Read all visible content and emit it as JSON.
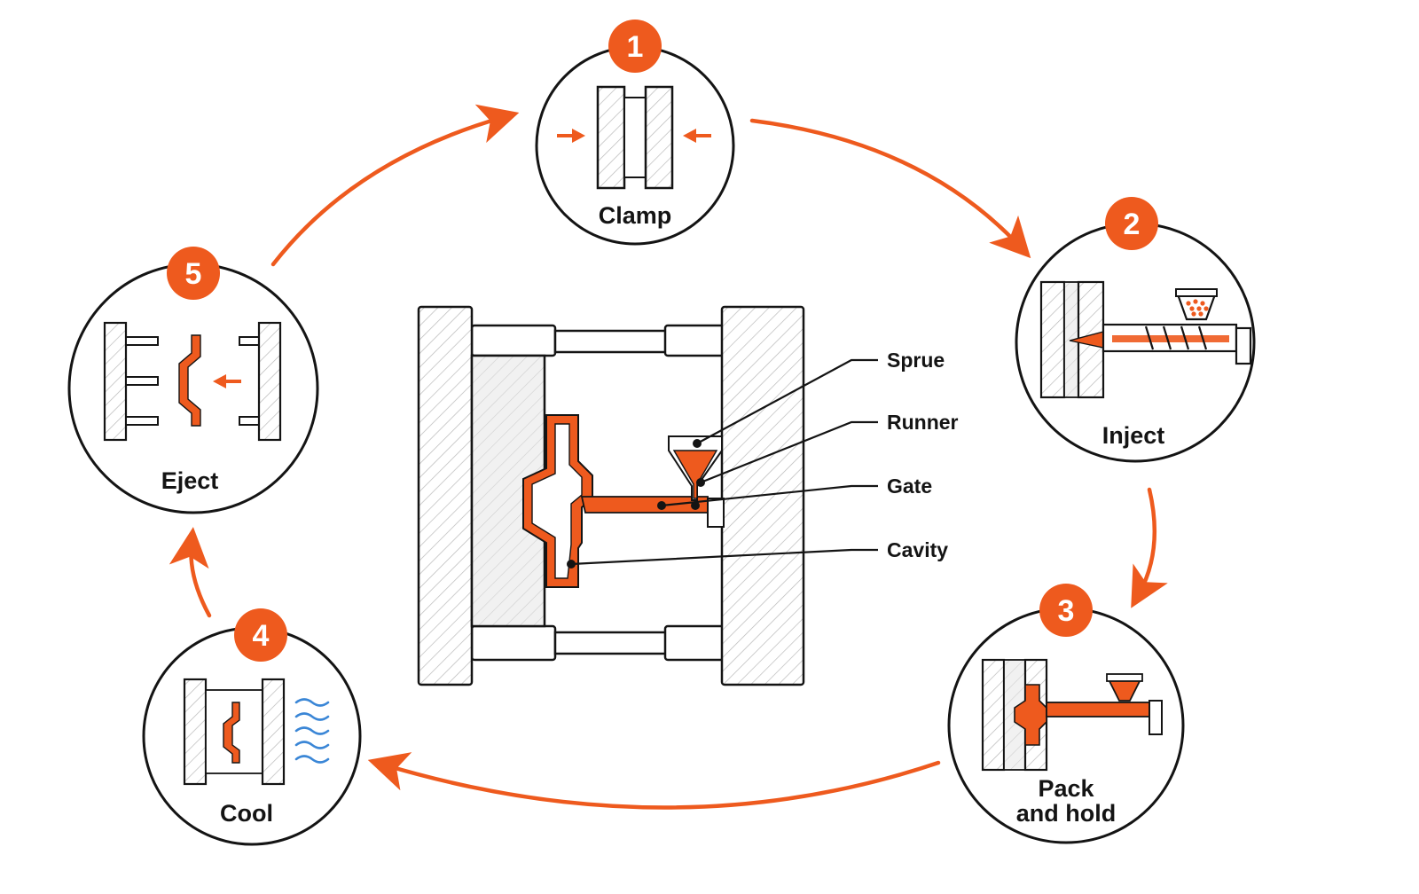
{
  "colors": {
    "accent": "#ee5a1e",
    "ink": "#141414",
    "hatch": "#b9b9b9",
    "plate": "#f4f4f4",
    "cooling": "#3a86d6"
  },
  "steps": [
    {
      "number": "1",
      "label": "Clamp"
    },
    {
      "number": "2",
      "label": "Inject"
    },
    {
      "number": "3",
      "label_line1": "Pack",
      "label_line2": "and hold"
    },
    {
      "number": "4",
      "label": "Cool"
    },
    {
      "number": "5",
      "label": "Eject"
    }
  ],
  "callouts": {
    "sprue": "Sprue",
    "runner": "Runner",
    "gate": "Gate",
    "cavity": "Cavity"
  },
  "icons": [
    "mold-clamp-icon",
    "injection-unit-icon",
    "pack-hold-icon",
    "cooling-waves-icon",
    "ejector-pins-icon"
  ]
}
